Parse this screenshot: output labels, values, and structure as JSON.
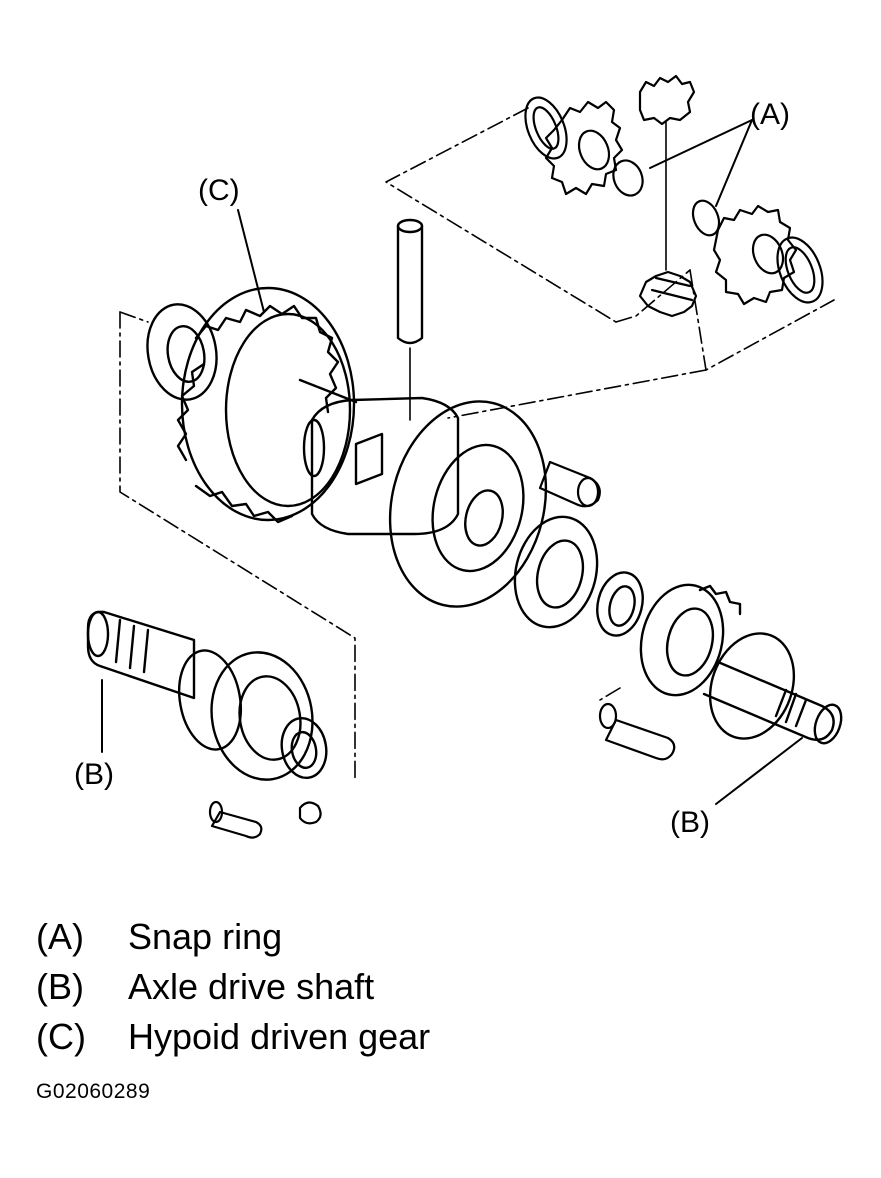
{
  "diagram": {
    "callouts": {
      "a": "(A)",
      "b_left": "(B)",
      "b_right": "(B)",
      "c": "(C)"
    }
  },
  "legend": [
    {
      "key": "(A)",
      "text": "Snap ring"
    },
    {
      "key": "(B)",
      "text": "Axle drive shaft"
    },
    {
      "key": "(C)",
      "text": "Hypoid driven gear"
    }
  ],
  "figure_id": "G02060289"
}
